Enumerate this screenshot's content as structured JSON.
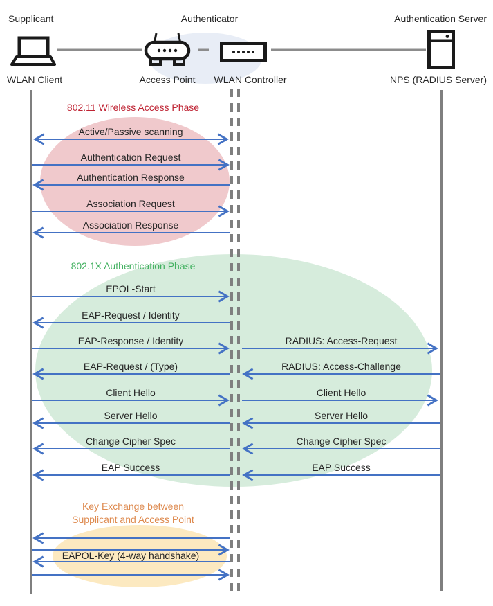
{
  "header": {
    "roles": {
      "supplicant": "Supplicant",
      "authenticator": "Authenticator",
      "auth_server": "Authentication Server"
    },
    "nodes": {
      "wlan_client": "WLAN Client",
      "access_point": "Access Point",
      "wlan_controller": "WLAN Controller",
      "nps": "NPS (RADIUS Server)"
    }
  },
  "phases": {
    "phase1": {
      "title": "802.11 Wireless Access Phase",
      "title_color": "#bf2333",
      "ellipse": "#f0c9cc"
    },
    "phase2": {
      "title": "802.1X Authentication Phase",
      "title_color": "#41b05f",
      "ellipse": "#d6ecdc"
    },
    "phase3": {
      "title_line1": "Key Exchange between",
      "title_line2": "Supplicant and Access Point",
      "title_color": "#de8a4f",
      "ellipse": "#fce9c0"
    }
  },
  "messages": {
    "client_ap": [
      "Active/Passive scanning",
      "Authentication Request",
      "Authentication Response",
      "Association Request",
      "Association Response",
      "EPOL-Start",
      "EAP-Request / Identity",
      "EAP-Response / Identity",
      "EAP-Request / (Type)",
      "Client Hello",
      "Server Hello",
      "Change Cipher Spec",
      "EAP Success",
      "EAPOL-Key (4-way handshake)"
    ],
    "ap_server": [
      "RADIUS: Access-Request",
      "RADIUS: Access-Challenge",
      "Client Hello",
      "Server Hello",
      "Change Cipher Spec",
      "EAP Success"
    ]
  },
  "colors": {
    "arrow": "#4472c4",
    "lifeline": "#7f7f7f",
    "connector": "#8c8c8c",
    "header_ellipse": "#e8edf6"
  }
}
